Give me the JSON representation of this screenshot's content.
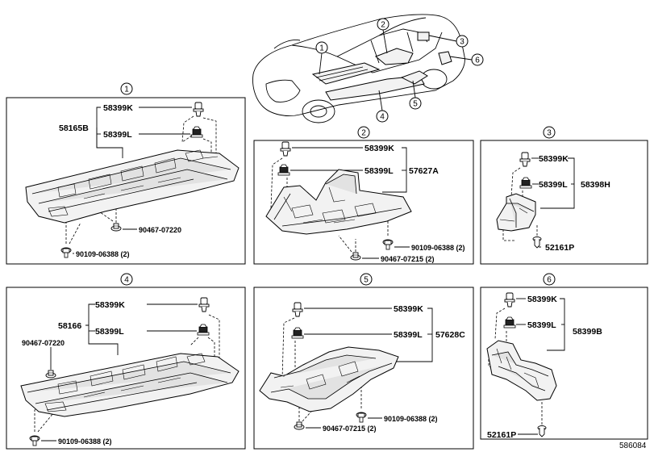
{
  "diagram": {
    "ref_number": "586084",
    "car_callouts": [
      "1",
      "2",
      "3",
      "4",
      "5",
      "6"
    ],
    "panels": [
      {
        "id": "1",
        "labels": [
          "58399K",
          "58165B",
          "58399L",
          "90467-07220",
          "90109-06388 (2)"
        ]
      },
      {
        "id": "2",
        "labels": [
          "58399K",
          "58399L",
          "57627A",
          "90109-06388 (2)",
          "90467-07215 (2)"
        ]
      },
      {
        "id": "3",
        "labels": [
          "58399K",
          "58399L",
          "58398H",
          "52161P"
        ]
      },
      {
        "id": "4",
        "labels": [
          "58399K",
          "58166",
          "58399L",
          "90467-07220",
          "90109-06388 (2)"
        ]
      },
      {
        "id": "5",
        "labels": [
          "58399K",
          "58399L",
          "57628C",
          "90109-06388 (2)",
          "90467-07215 (2)"
        ]
      },
      {
        "id": "6",
        "labels": [
          "58399K",
          "58399L",
          "58399B",
          "52161P"
        ]
      }
    ]
  }
}
